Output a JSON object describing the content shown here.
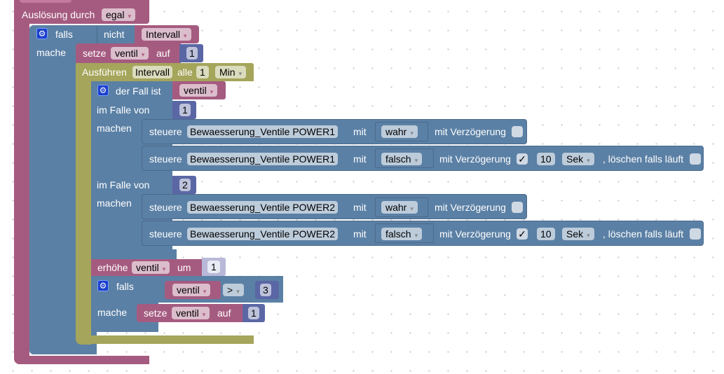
{
  "trigger": {
    "label": "Auslösung durch",
    "mode": "egal"
  },
  "if_block": {
    "falls_label": "falls",
    "mache_label": "mache",
    "not_label": "nicht",
    "variable": "Intervall"
  },
  "set1": {
    "label": "setze",
    "variable": "ventil",
    "auf_label": "auf",
    "value": "1"
  },
  "interval": {
    "label": "Ausführen",
    "name": "Intervall",
    "alle_label": "alle",
    "amount": "1",
    "unit": "Min"
  },
  "switch": {
    "label": "der Fall ist",
    "variable": "ventil",
    "case_label": "im Falle von",
    "do_label": "machen",
    "cases": [
      {
        "value": "1",
        "actions": [
          {
            "label": "steuere",
            "device": "Bewaesserung_Ventile  POWER1",
            "mit": "mit",
            "state": "wahr",
            "delay_label": "mit Verzögerung",
            "delay_checked": false
          },
          {
            "label": "steuere",
            "device": "Bewaesserung_Ventile  POWER1",
            "mit": "mit",
            "state": "falsch",
            "delay_label": "mit Verzögerung",
            "delay_checked": true,
            "check_mark": "✓",
            "delay_value": "10",
            "delay_unit": "Sek",
            "clear_label": ", löschen falls läuft",
            "clear_checked": false
          }
        ]
      },
      {
        "value": "2",
        "actions": [
          {
            "label": "steuere",
            "device": "Bewaesserung_Ventile  POWER2",
            "mit": "mit",
            "state": "wahr",
            "delay_label": "mit Verzögerung",
            "delay_checked": false
          },
          {
            "label": "steuere",
            "device": "Bewaesserung_Ventile  POWER2",
            "mit": "mit",
            "state": "falsch",
            "delay_label": "mit Verzögerung",
            "delay_checked": true,
            "check_mark": "✓",
            "delay_value": "10",
            "delay_unit": "Sek",
            "clear_label": ", löschen falls läuft",
            "clear_checked": false
          }
        ]
      }
    ]
  },
  "increment": {
    "label": "erhöhe",
    "variable": "ventil",
    "um_label": "um",
    "value": "1"
  },
  "if2": {
    "falls_label": "falls",
    "mache_label": "mache",
    "variable": "ventil",
    "operator": ">",
    "value": "3"
  },
  "set2": {
    "label": "setze",
    "variable": "ventil",
    "auf_label": "auf",
    "value": "1"
  },
  "dropdown_arrow": "▾",
  "gear_glyph": "⚙",
  "colors": {
    "logic": "#5b80a5",
    "variable": "#a55b80",
    "timer": "#a5a55b",
    "number": "#5b67a5"
  }
}
